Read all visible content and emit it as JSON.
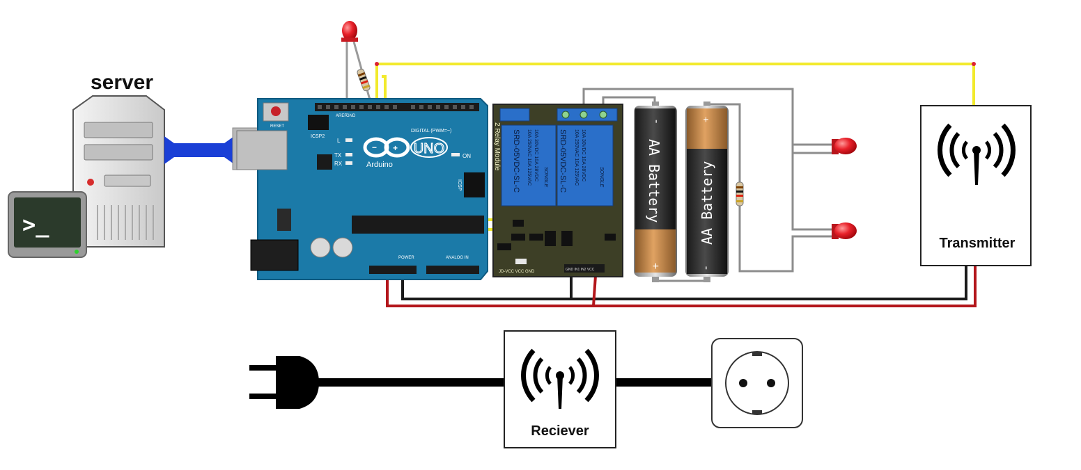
{
  "server": {
    "label": "server"
  },
  "terminal": {
    "prompt": ">_"
  },
  "arduino": {
    "reset_label": "RESET",
    "icsp2_label": "ICSP2",
    "icsp_label": "ICSP",
    "l_label": "L",
    "tx_label": "TX",
    "rx_label": "RX",
    "on_label": "ON",
    "brand": "Arduino",
    "model": "UNO",
    "digital_label": "DIGITAL (PWM=~)",
    "power_label": "POWER",
    "analog_label": "ANALOG IN",
    "aref_label": "AREF",
    "gnd_label": "GND"
  },
  "relay_module": {
    "title": "2 Relay Module",
    "relay_part": "SRD-05VDC-SL-C",
    "relay_brand": "SONGLE",
    "relay_rating_1": "10A 250VAC 10A 125VAC",
    "relay_rating_2": "10A 30VDC 10A 28VDC",
    "pins_label": "JD-VCC VCC GND",
    "header_label": "GND IN1 IN2 VCC"
  },
  "batteries": [
    {
      "label": "AA Battery",
      "plus": "+",
      "minus": "-"
    },
    {
      "label": "AA Battery",
      "plus": "+",
      "minus": "-"
    }
  ],
  "transmitter": {
    "label": "Transmitter",
    "icon": "radio-signal-icon"
  },
  "receiver": {
    "label": "Reciever",
    "icon": "radio-signal-icon"
  },
  "plug": {
    "icon": "power-plug-icon"
  },
  "socket": {
    "icon": "power-socket-icon"
  },
  "colors": {
    "board": "#1b7aa8",
    "relay_board": "#3d3f26",
    "relay": "#2a6fc9",
    "wire_yellow": "#f2ea2c",
    "wire_red": "#b3161b",
    "wire_black": "#1a1a1a",
    "wire_gray": "#8d8d8d",
    "usb_cable": "#1a3fd6",
    "led_red": "#e8212a"
  }
}
